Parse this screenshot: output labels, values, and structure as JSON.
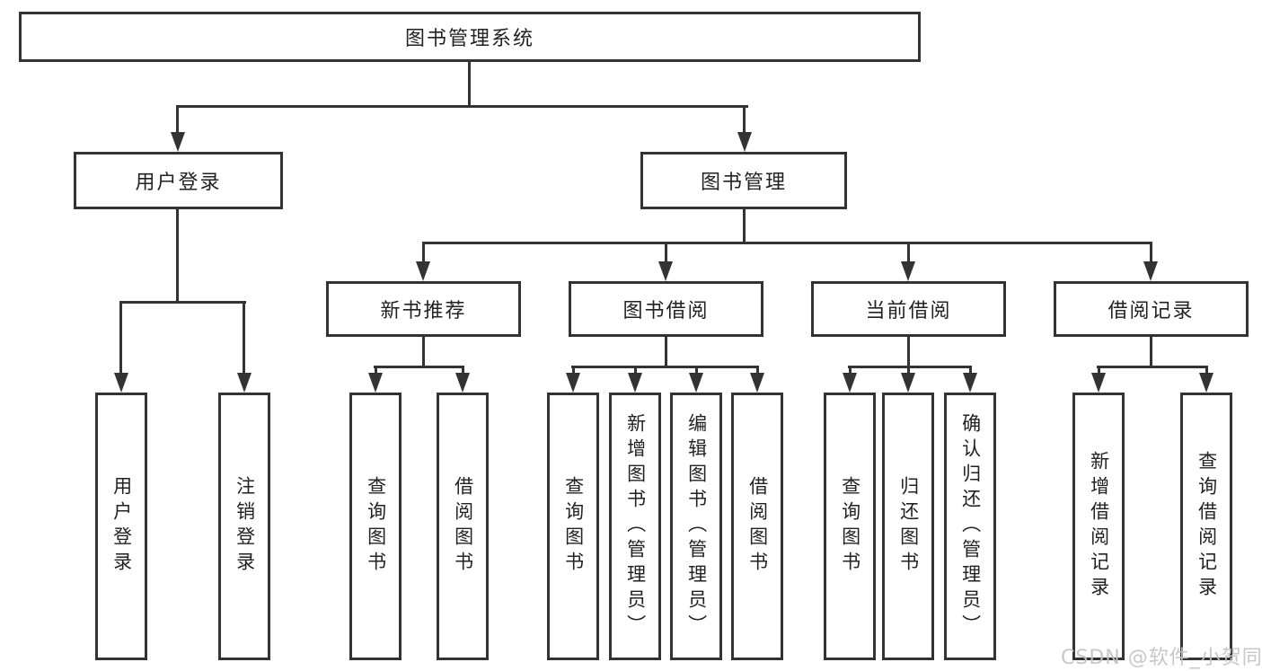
{
  "diagram": {
    "title": "图书管理系统",
    "level2": {
      "login": "用户登录",
      "management": "图书管理"
    },
    "login_children": [
      "用户登录",
      "注销登录"
    ],
    "sections": [
      {
        "label": "新书推荐",
        "children": [
          "查询图书",
          "借阅图书"
        ]
      },
      {
        "label": "图书借阅",
        "children": [
          "查询图书",
          "新增图书（管理员）",
          "编辑图书（管理员）",
          "借阅图书"
        ]
      },
      {
        "label": "当前借阅",
        "children": [
          "查询图书",
          "归还图书",
          "确认归还（管理员）"
        ]
      },
      {
        "label": "借阅记录",
        "children": [
          "新增借阅记录",
          "查询借阅记录"
        ]
      }
    ],
    "watermark": "CSDN @软件_小贺同学",
    "colors": {
      "line": "#333333",
      "text": "#222222",
      "watermark": "#c4c4c4",
      "background": "#ffffff"
    }
  }
}
